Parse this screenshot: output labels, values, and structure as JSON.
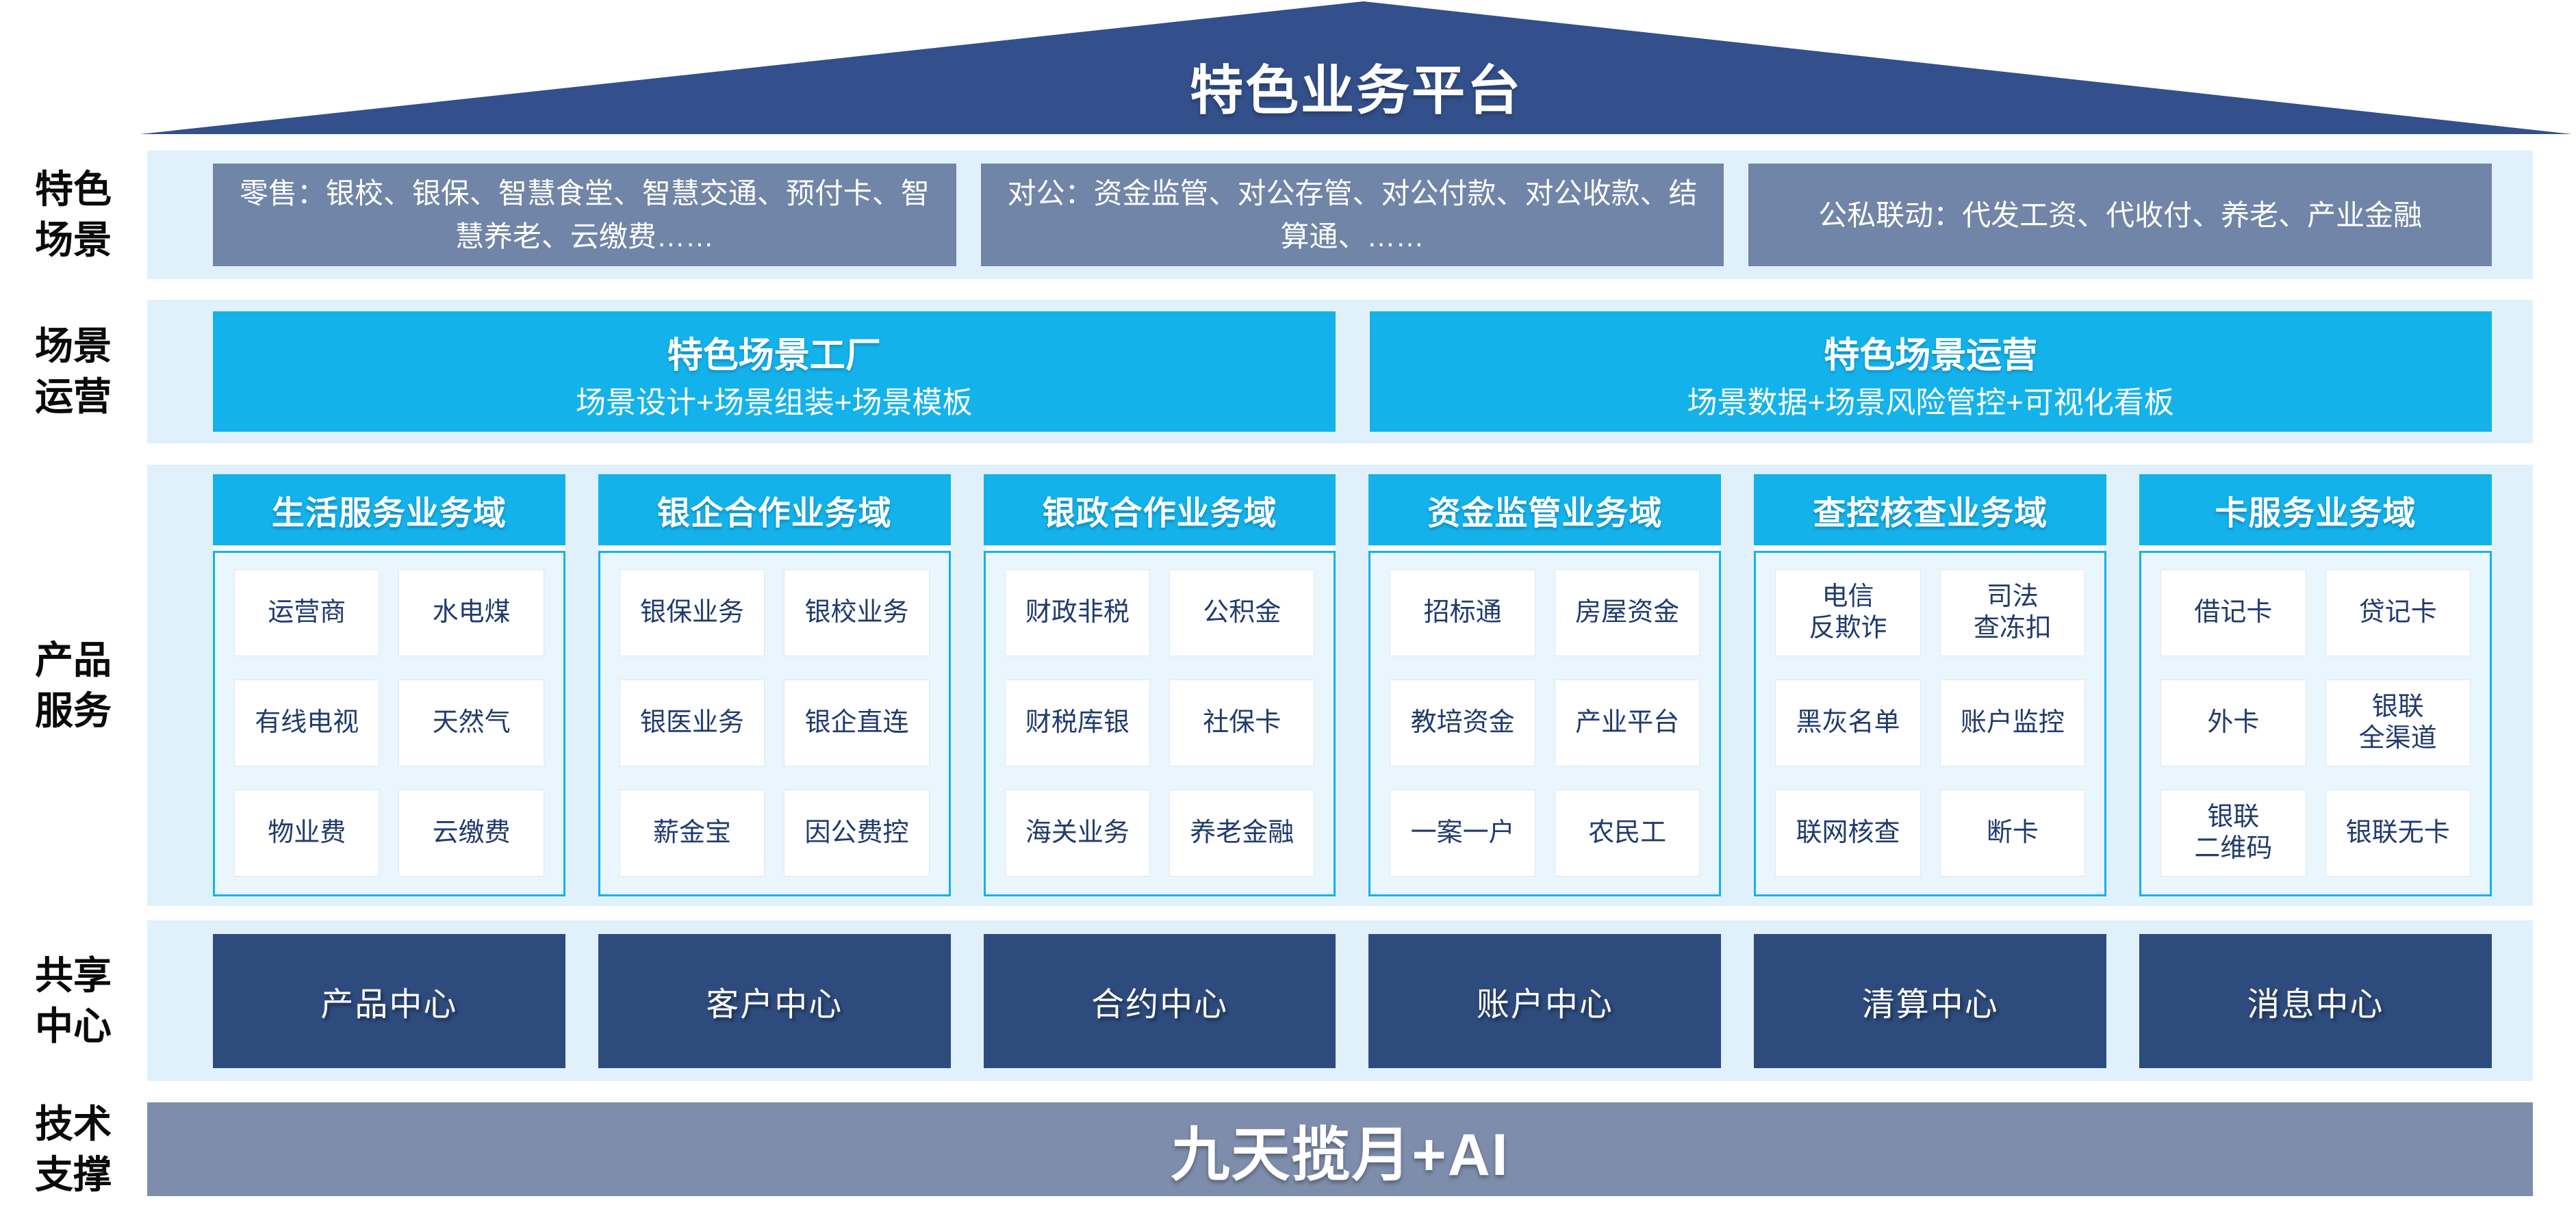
{
  "title": "特色业务平台",
  "scenes": {
    "label": "特色\n场景",
    "boxes": [
      "零售：银校、银保、智慧食堂、智慧交通、预付卡、智慧养老、云缴费……",
      "对公：资金监管、对公存管、对公付款、对公收款、结算通、……",
      "公私联动：代发工资、代收付、养老、产业金融"
    ]
  },
  "operation": {
    "label": "场景\n运营",
    "boxes": [
      {
        "title": "特色场景工厂",
        "subtitle": "场景设计+场景组装+场景模板"
      },
      {
        "title": "特色场景运营",
        "subtitle": "场景数据+场景风险管控+可视化看板"
      }
    ]
  },
  "products": {
    "label": "产品\n服务",
    "columns": [
      {
        "header": "生活服务业务域",
        "cells": [
          "运营商",
          "水电煤",
          "有线电视",
          "天然气",
          "物业费",
          "云缴费"
        ]
      },
      {
        "header": "银企合作业务域",
        "cells": [
          "银保业务",
          "银校业务",
          "银医业务",
          "银企直连",
          "薪金宝",
          "因公费控"
        ]
      },
      {
        "header": "银政合作业务域",
        "cells": [
          "财政非税",
          "公积金",
          "财税库银",
          "社保卡",
          "海关业务",
          "养老金融"
        ]
      },
      {
        "header": "资金监管业务域",
        "cells": [
          "招标通",
          "房屋资金",
          "教培资金",
          "产业平台",
          "一案一户",
          "农民工"
        ]
      },
      {
        "header": "查控核查业务域",
        "cells": [
          "电信\n反欺诈",
          "司法\n查冻扣",
          "黑灰名单",
          "账户监控",
          "联网核查",
          "断卡"
        ]
      },
      {
        "header": "卡服务业务域",
        "cells": [
          "借记卡",
          "贷记卡",
          "外卡",
          "银联\n全渠道",
          "银联\n二维码",
          "银联无卡"
        ]
      }
    ]
  },
  "shared": {
    "label": "共享\n中心",
    "centers": [
      "产品中心",
      "客户中心",
      "合约中心",
      "账户中心",
      "清算中心",
      "消息中心"
    ]
  },
  "tech": {
    "label": "技术\n支撑",
    "bar": "九天揽月+AI"
  },
  "colors": {
    "roof_navy": "#33508C",
    "center_navy": "#2E4B7E",
    "scene_slate": "#7085A7",
    "tech_slate": "#7D8DAB",
    "accent_cyan": "#14B2EA",
    "band_blue": "#E0F1FB",
    "panel_blue": "#E9F6FE",
    "cell_text_navy": "#203B6E"
  }
}
